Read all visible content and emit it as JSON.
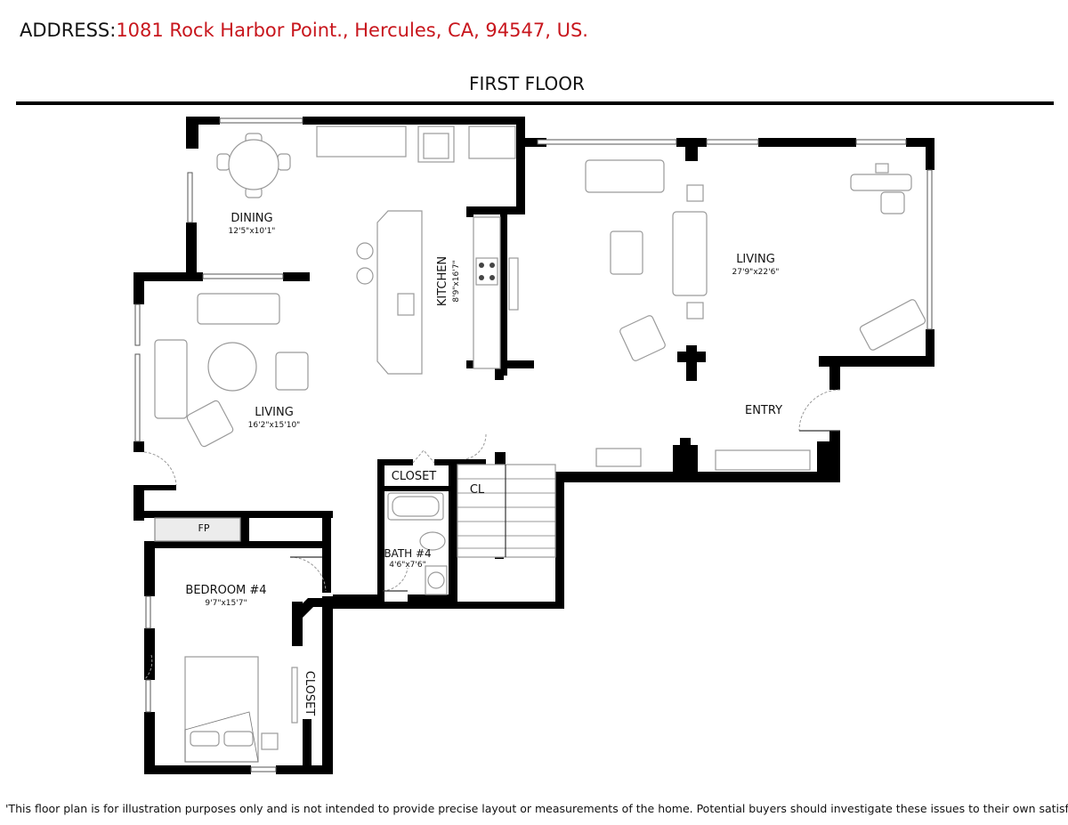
{
  "header": {
    "address_label": "ADDRESS:",
    "address_value": "1081 Rock Harbor Point., Hercules, CA, 94547, US.",
    "floor_title": "FIRST FLOOR"
  },
  "rooms": {
    "dining": {
      "name": "DINING",
      "dims": "12'5\"x10'1\""
    },
    "kitchen": {
      "name": "KITCHEN",
      "dims": "8'9\"x16'7\""
    },
    "living_main": {
      "name": "LIVING",
      "dims": "27'9\"x22'6\""
    },
    "living_side": {
      "name": "LIVING",
      "dims": "16'2\"x15'10\""
    },
    "entry": {
      "name": "ENTRY"
    },
    "closet_bath": {
      "name": "CLOSET"
    },
    "cl": {
      "name": "CL"
    },
    "fp": {
      "name": "FP"
    },
    "bath4": {
      "name": "BATH #4",
      "dims": "4'6\"x7'6\""
    },
    "bedroom4": {
      "name": "BEDROOM #4",
      "dims": "9'7\"x15'7\""
    },
    "closet_bed": {
      "name": "CLOSET"
    }
  },
  "footer": {
    "disclaimer": "'This floor plan is for illustration purposes only and is not intended to provide precise layout or measurements of the home. Potential buyers should investigate these issues to their own satisfaction.'"
  }
}
